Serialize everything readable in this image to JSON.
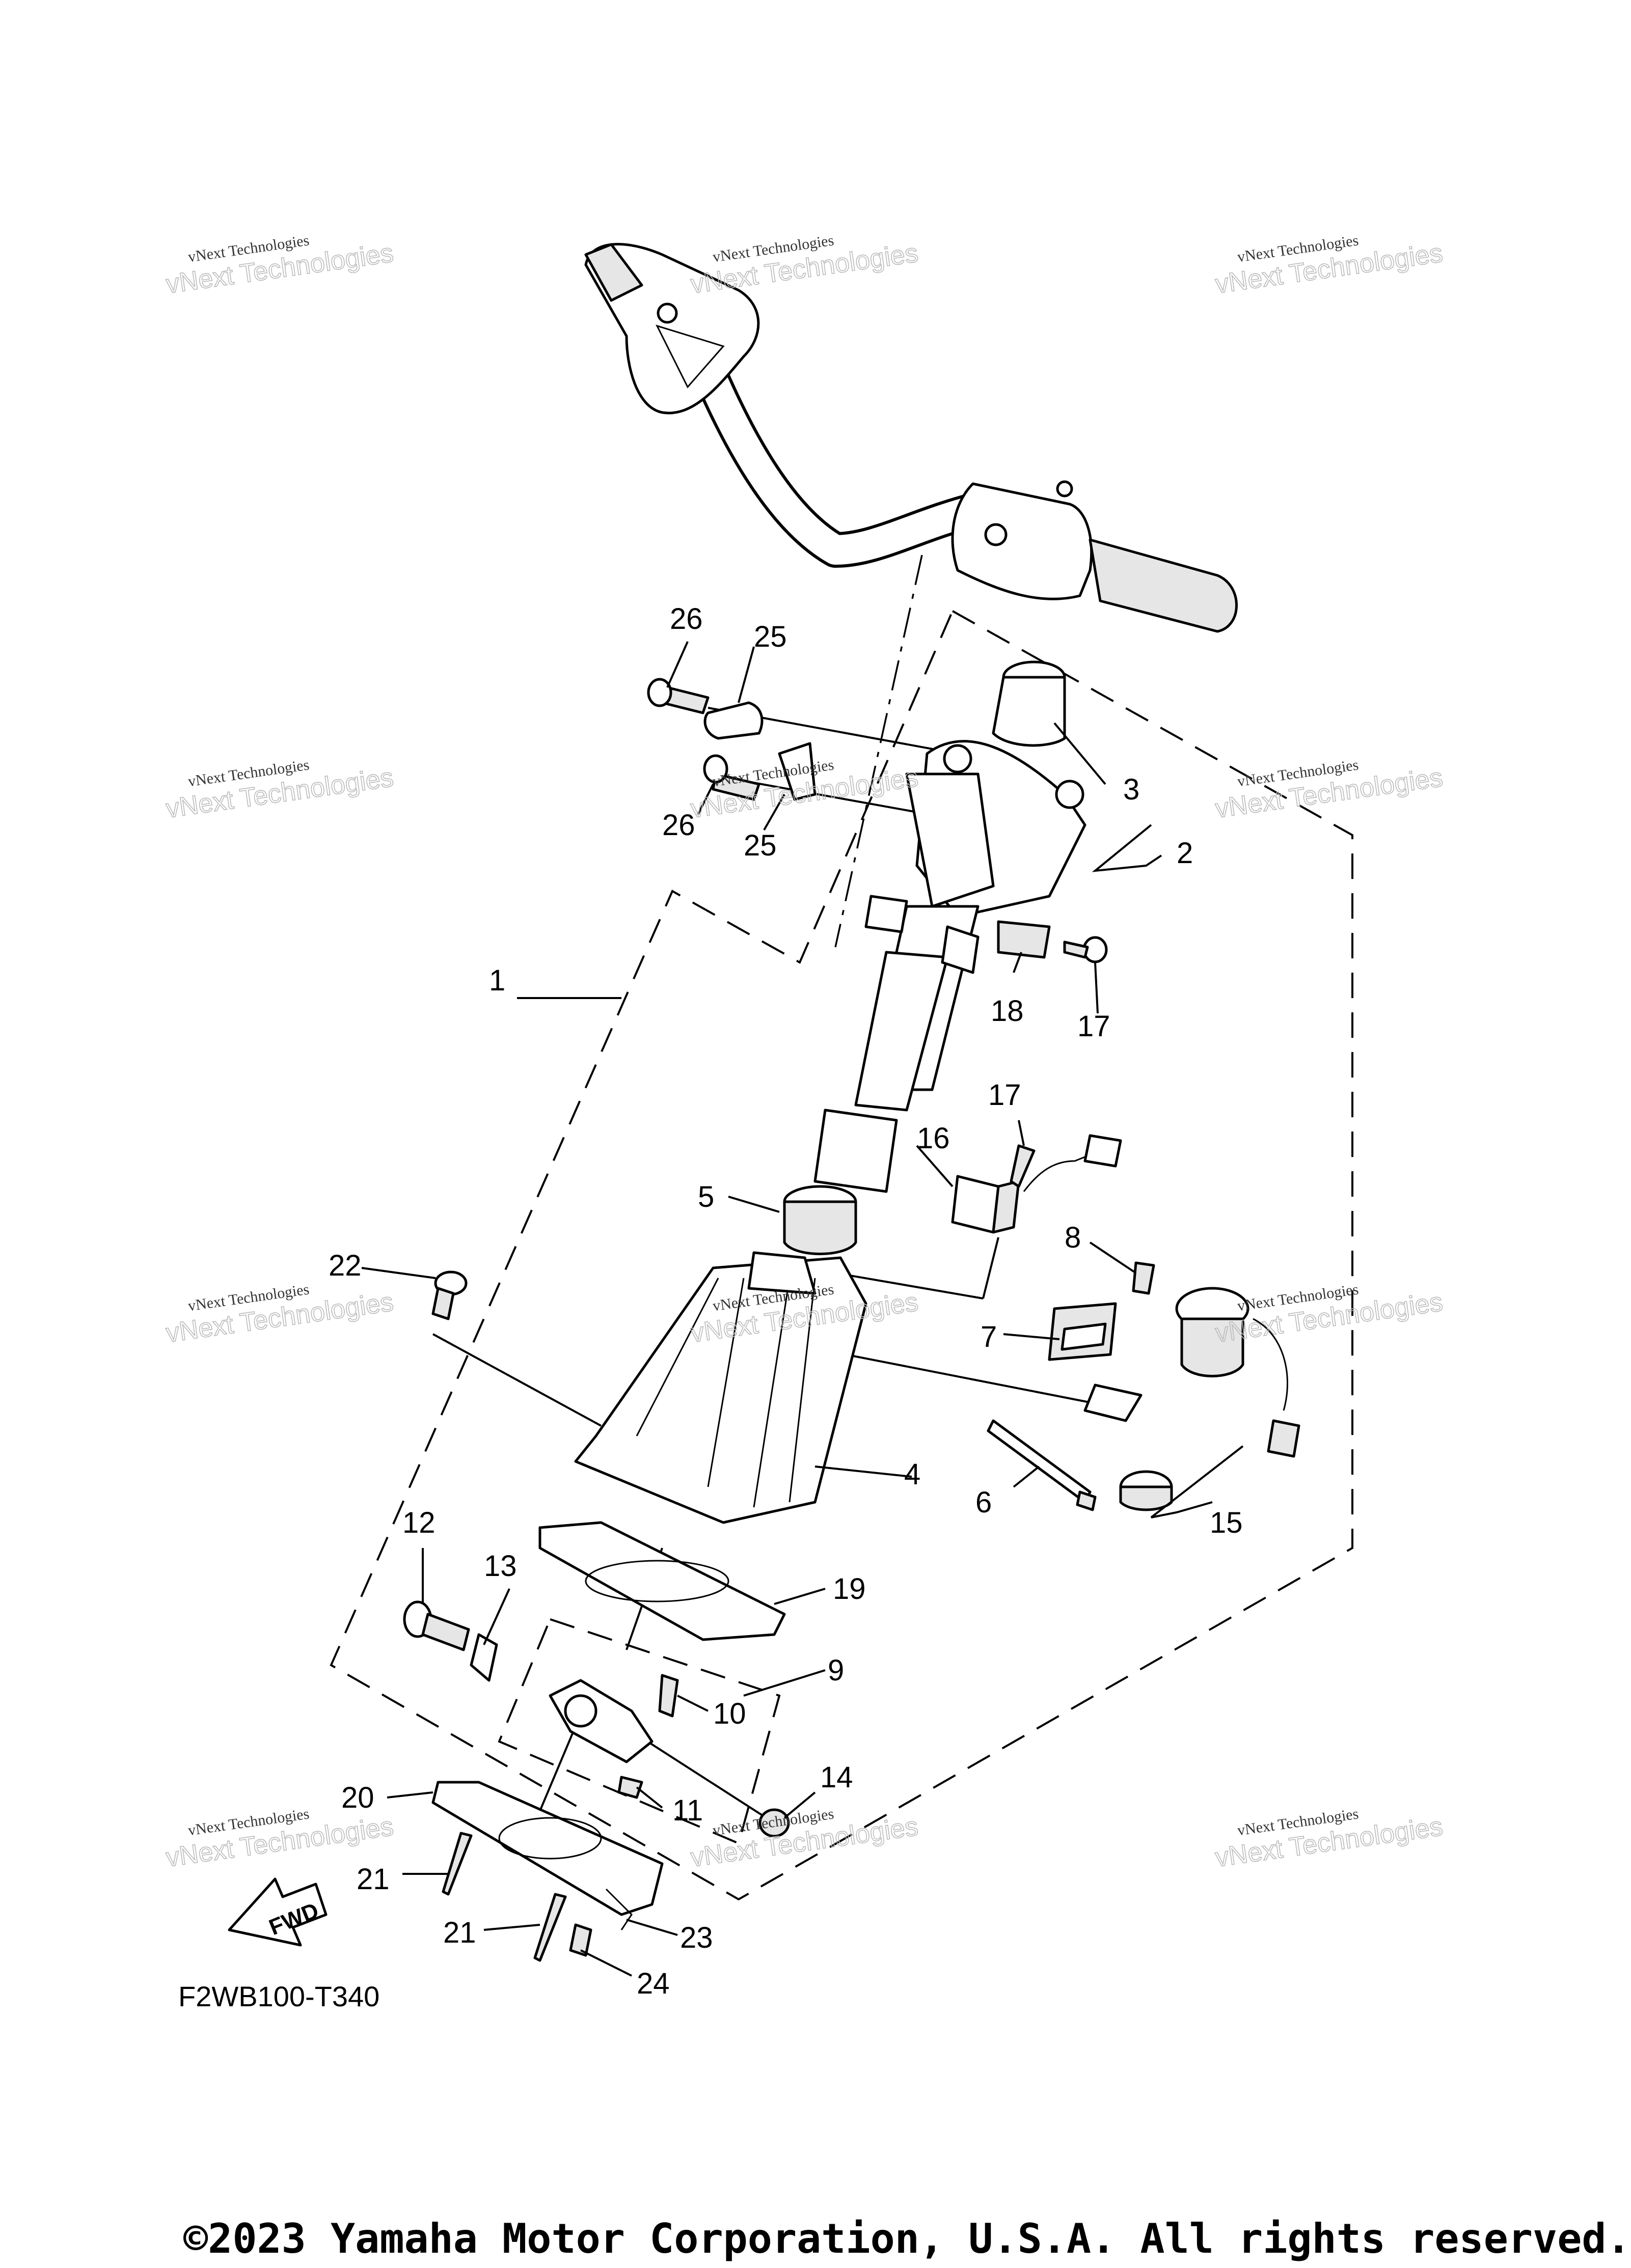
{
  "diagram": {
    "callouts": {
      "c1": "1",
      "c2": "2",
      "c3": "3",
      "c4": "4",
      "c5": "5",
      "c6": "6",
      "c7": "7",
      "c8": "8",
      "c9": "9",
      "c10": "10",
      "c11": "11",
      "c12": "12",
      "c13": "13",
      "c14": "14",
      "c15": "15",
      "c16": "16",
      "c17a": "17",
      "c17b": "17",
      "c18": "18",
      "c19": "19",
      "c20": "20",
      "c21a": "21",
      "c21b": "21",
      "c22": "22",
      "c23": "23",
      "c24": "24",
      "c25a": "25",
      "c25b": "25",
      "c26a": "26",
      "c26b": "26"
    },
    "fwd_label": "FWD",
    "figure_code": "F2WB100-T340"
  },
  "watermark": {
    "line_a": "vNext Technologies",
    "line_b": "vNext Technologies"
  },
  "copyright": "©2023 Yamaha Motor Corporation, U.S.A. All rights reserved."
}
